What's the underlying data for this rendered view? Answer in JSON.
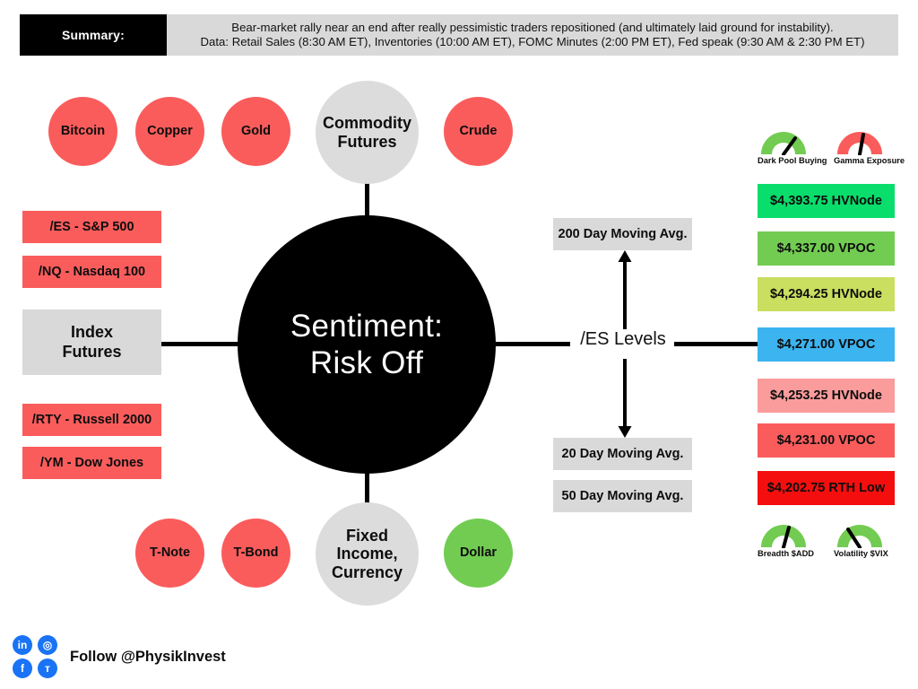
{
  "summary": {
    "label": "Summary:",
    "line1": "Bear-market rally near an end after really pessimistic traders repositioned (and ultimately laid ground for instability).",
    "line2": "Data: Retail Sales (8:30 AM ET), Inventories (10:00 AM ET), FOMC Minutes (2:00 PM ET), Fed speak (9:30 AM & 2:30 PM ET)"
  },
  "hub": {
    "line1": "Sentiment:",
    "line2": "Risk Off"
  },
  "commodities": {
    "group_label_line1": "Commodity",
    "group_label_line2": "Futures",
    "items": [
      {
        "label": "Bitcoin",
        "color": "#fa5c5c"
      },
      {
        "label": "Copper",
        "color": "#fa5c5c"
      },
      {
        "label": "Gold",
        "color": "#fa5c5c"
      },
      {
        "label": "Crude",
        "color": "#fa5c5c"
      }
    ]
  },
  "index_futures": {
    "group_label_line1": "Index",
    "group_label_line2": "Futures",
    "items": [
      {
        "label": "/ES - S&P 500",
        "color": "#fa5c5c"
      },
      {
        "label": "/NQ - Nasdaq 100",
        "color": "#fa5c5c"
      },
      {
        "label": "/RTY - Russell 2000",
        "color": "#fa5c5c"
      },
      {
        "label": "/YM - Dow Jones",
        "color": "#fa5c5c"
      }
    ]
  },
  "fixed_income": {
    "group_label_line1": "Fixed",
    "group_label_line2": "Income,",
    "group_label_line3": "Currency",
    "items": [
      {
        "label": "T-Note",
        "color": "#fa5c5c"
      },
      {
        "label": "T-Bond",
        "color": "#fa5c5c"
      },
      {
        "label": "Dollar",
        "color": "#72cc52"
      }
    ]
  },
  "es_levels": {
    "title": "/ES Levels",
    "moving_averages": [
      {
        "label": "200 Day Moving Avg.",
        "position": "above"
      },
      {
        "label": "20 Day Moving Avg.",
        "position": "below"
      },
      {
        "label": "50 Day Moving Avg.",
        "position": "below"
      }
    ],
    "levels": [
      {
        "label": "$4,393.75 HVNode",
        "color": "#09dd6b"
      },
      {
        "label": "$4,337.00 VPOC",
        "color": "#72cc52"
      },
      {
        "label": "$4,294.25 HVNode",
        "color": "#cade5f"
      },
      {
        "label": "$4,271.00 VPOC",
        "color": "#3cb4f0"
      },
      {
        "label": "$4,253.25 HVNode",
        "color": "#fb9c9c"
      },
      {
        "label": "$4,231.00 VPOC",
        "color": "#fa5c5c"
      },
      {
        "label": "$4,202.75 RTH Low",
        "color": "#f50e0e"
      }
    ]
  },
  "gauges": {
    "top": [
      {
        "label": "Dark Pool Buying",
        "color": "#72cc52",
        "needle_angle": -38
      },
      {
        "label": "Gamma Exposure",
        "color": "#fa5c5c",
        "needle_angle": 12
      }
    ],
    "bottom": [
      {
        "label": "Breadth $ADD",
        "color": "#72cc52",
        "needle_angle": 18
      },
      {
        "label": "Volatility $VIX",
        "color": "#72cc52",
        "needle_angle": 48
      }
    ]
  },
  "footer": {
    "follow_text": "Follow @PhysikInvest",
    "socials": [
      {
        "name": "linkedin",
        "glyph": "in"
      },
      {
        "name": "instagram",
        "glyph": "◎"
      },
      {
        "name": "facebook",
        "glyph": "f"
      },
      {
        "name": "twitter",
        "glyph": "ᴛ"
      }
    ]
  }
}
